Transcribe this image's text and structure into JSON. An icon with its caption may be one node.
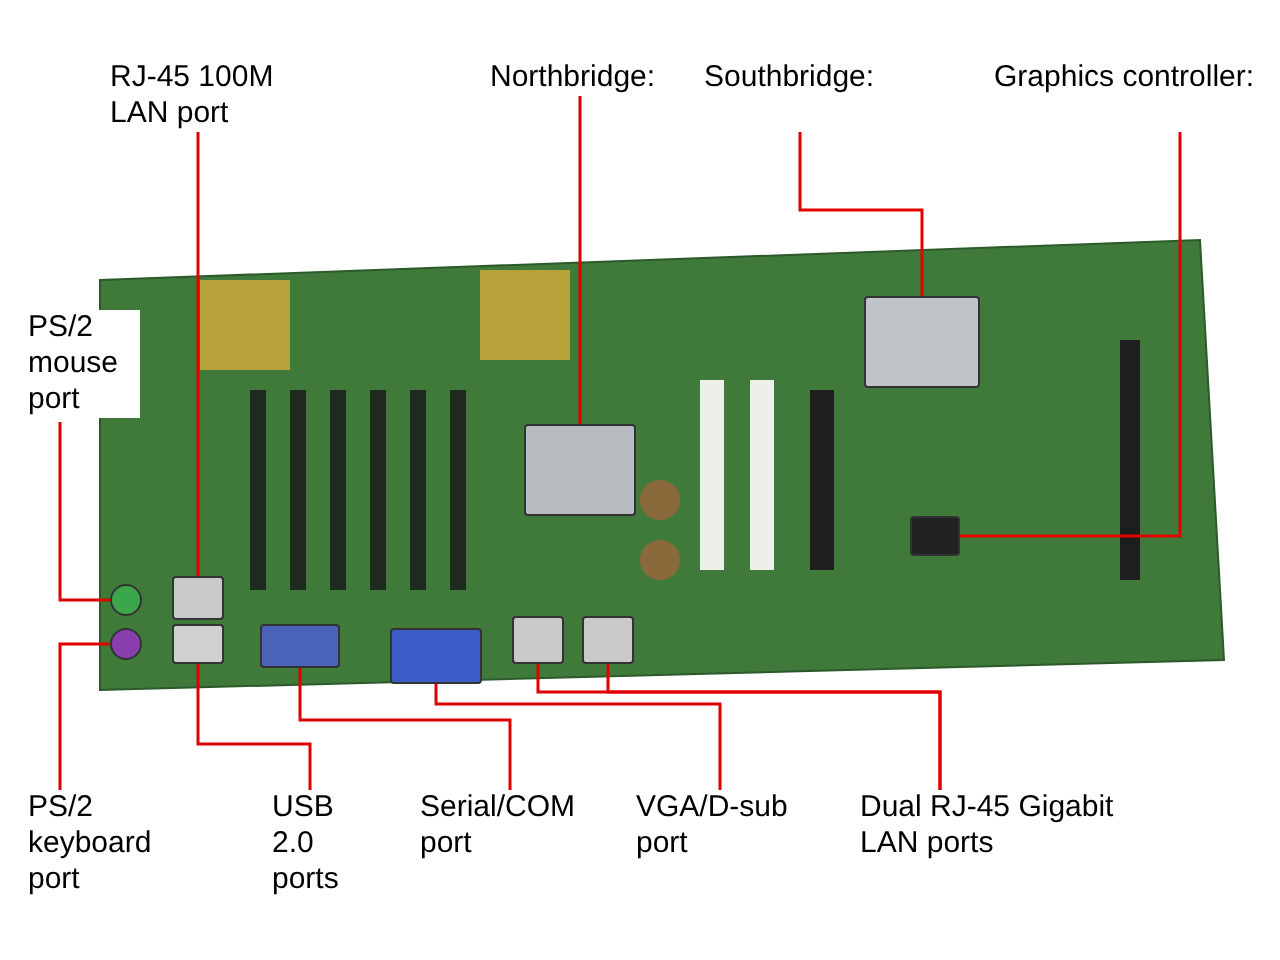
{
  "diagram": {
    "nodes": [
      {
        "text": [
          "RJ-45 100M LAN port"
        ]
      },
      {
        "text": [
          "Northbridge:"
        ]
      },
      {
        "text": [
          "Southbridge:"
        ]
      },
      {
        "text": [
          "Graphics controller:"
        ]
      },
      {
        "text": [
          "PS/2 mouse port"
        ]
      },
      {
        "text": [
          "PS/2 keyboard port"
        ]
      },
      {
        "text": [
          "USB 2.0 ports"
        ]
      },
      {
        "text": [
          "Serial/COM port"
        ]
      },
      {
        "text": [
          "VGA/D-sub port"
        ]
      },
      {
        "text": [
          "Dual RJ-45 Gigabit LAN ports"
        ]
      },
      {
        "text": [],
        "shape": "circle"
      },
      {
        "text": [],
        "shape": "circle"
      },
      {
        "text": [],
        "shape": "box"
      },
      {
        "text": [],
        "shape": "box"
      },
      {
        "text": [],
        "shape": "box"
      },
      {
        "text": [],
        "shape": "box"
      },
      {
        "text": [],
        "shape": "box"
      },
      {
        "text": [],
        "shape": "box"
      },
      {
        "text": [],
        "shape": "box"
      },
      {
        "text": [],
        "shape": "box"
      },
      {
        "text": [],
        "shape": "box"
      }
    ],
    "edges": [
      {
        "from": 0,
        "to": 12,
        "arrow": "none"
      },
      {
        "from": 1,
        "to": 17,
        "arrow": "none"
      },
      {
        "from": 2,
        "to": 19,
        "arrow": "none"
      },
      {
        "from": 3,
        "to": 20,
        "arrow": "none"
      },
      {
        "from": 4,
        "to": 10,
        "arrow": "none"
      },
      {
        "from": 5,
        "to": 11,
        "arrow": "none"
      },
      {
        "from": 6,
        "to": 13,
        "arrow": "none"
      },
      {
        "from": 7,
        "to": 14,
        "arrow": "none"
      },
      {
        "from": 8,
        "to": 15,
        "arrow": "none"
      },
      {
        "from": 9,
        "to": 16,
        "arrow": "none"
      },
      {
        "from": 9,
        "to": 18,
        "arrow": "none"
      }
    ]
  }
}
